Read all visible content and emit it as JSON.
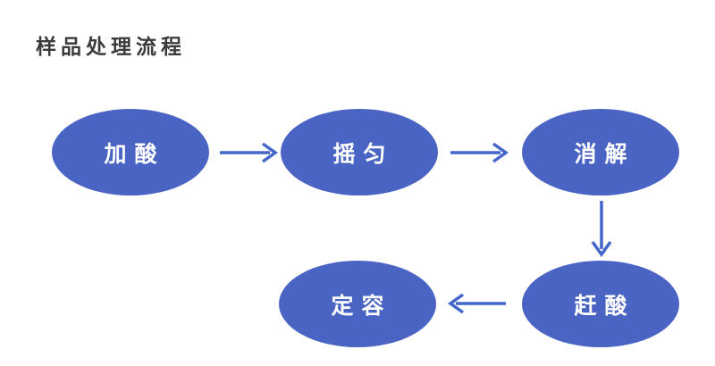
{
  "title": "样品处理流程",
  "diagram": {
    "type": "flowchart",
    "nodes": [
      {
        "id": "jia-suan",
        "label": "加酸"
      },
      {
        "id": "yao-yun",
        "label": "摇匀"
      },
      {
        "id": "xiao-jie",
        "label": "消解"
      },
      {
        "id": "gan-suan",
        "label": "赶酸"
      },
      {
        "id": "ding-rong",
        "label": "定容"
      }
    ],
    "edges": [
      {
        "from": "加酸",
        "to": "摇匀",
        "direction": "right"
      },
      {
        "from": "摇匀",
        "to": "消解",
        "direction": "right"
      },
      {
        "from": "消解",
        "to": "赶酸",
        "direction": "down"
      },
      {
        "from": "赶酸",
        "to": "定容",
        "direction": "left"
      }
    ],
    "colors": {
      "node_fill": "#4a64c3",
      "node_text": "#ffffff",
      "arrow": "#4466cb",
      "title": "#3b3b3b",
      "background": "#ffffff"
    }
  }
}
